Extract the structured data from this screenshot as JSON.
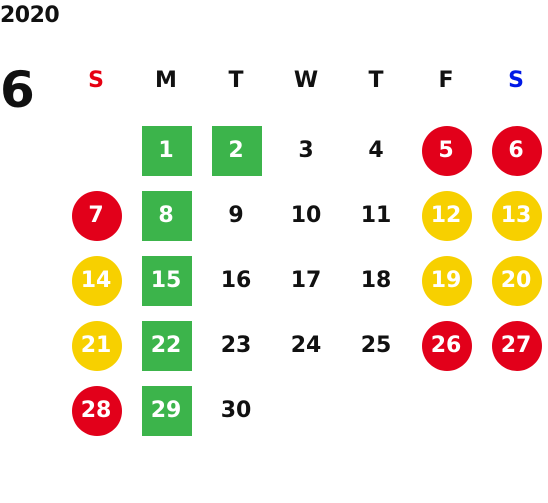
{
  "calendar": {
    "year": "2020",
    "month": "6",
    "weekdays": [
      {
        "label": "S",
        "color": "#e60012"
      },
      {
        "label": "M",
        "color": "#111111"
      },
      {
        "label": "T",
        "color": "#111111"
      },
      {
        "label": "W",
        "color": "#111111"
      },
      {
        "label": "T",
        "color": "#111111"
      },
      {
        "label": "F",
        "color": "#111111"
      },
      {
        "label": "S",
        "color": "#0018e6"
      }
    ],
    "legend_colors": {
      "green": "#3cb44b",
      "red": "#e2001a",
      "yellow": "#f7d000"
    },
    "days": [
      {
        "n": "1",
        "col": 1,
        "row": 0,
        "mark": "green-square"
      },
      {
        "n": "2",
        "col": 2,
        "row": 0,
        "mark": "green-square"
      },
      {
        "n": "3",
        "col": 3,
        "row": 0,
        "mark": "none"
      },
      {
        "n": "4",
        "col": 4,
        "row": 0,
        "mark": "none"
      },
      {
        "n": "5",
        "col": 5,
        "row": 0,
        "mark": "red-circle"
      },
      {
        "n": "6",
        "col": 6,
        "row": 0,
        "mark": "red-circle"
      },
      {
        "n": "7",
        "col": 0,
        "row": 1,
        "mark": "red-circle"
      },
      {
        "n": "8",
        "col": 1,
        "row": 1,
        "mark": "green-square"
      },
      {
        "n": "9",
        "col": 2,
        "row": 1,
        "mark": "none"
      },
      {
        "n": "10",
        "col": 3,
        "row": 1,
        "mark": "none"
      },
      {
        "n": "11",
        "col": 4,
        "row": 1,
        "mark": "none"
      },
      {
        "n": "12",
        "col": 5,
        "row": 1,
        "mark": "yellow-circle"
      },
      {
        "n": "13",
        "col": 6,
        "row": 1,
        "mark": "yellow-circle"
      },
      {
        "n": "14",
        "col": 0,
        "row": 2,
        "mark": "yellow-circle"
      },
      {
        "n": "15",
        "col": 1,
        "row": 2,
        "mark": "green-square"
      },
      {
        "n": "16",
        "col": 2,
        "row": 2,
        "mark": "none"
      },
      {
        "n": "17",
        "col": 3,
        "row": 2,
        "mark": "none"
      },
      {
        "n": "18",
        "col": 4,
        "row": 2,
        "mark": "none"
      },
      {
        "n": "19",
        "col": 5,
        "row": 2,
        "mark": "yellow-circle"
      },
      {
        "n": "20",
        "col": 6,
        "row": 2,
        "mark": "yellow-circle"
      },
      {
        "n": "21",
        "col": 0,
        "row": 3,
        "mark": "yellow-circle"
      },
      {
        "n": "22",
        "col": 1,
        "row": 3,
        "mark": "green-square"
      },
      {
        "n": "23",
        "col": 2,
        "row": 3,
        "mark": "none"
      },
      {
        "n": "24",
        "col": 3,
        "row": 3,
        "mark": "none"
      },
      {
        "n": "25",
        "col": 4,
        "row": 3,
        "mark": "none"
      },
      {
        "n": "26",
        "col": 5,
        "row": 3,
        "mark": "red-circle"
      },
      {
        "n": "27",
        "col": 6,
        "row": 3,
        "mark": "red-circle"
      },
      {
        "n": "28",
        "col": 0,
        "row": 4,
        "mark": "red-circle"
      },
      {
        "n": "29",
        "col": 1,
        "row": 4,
        "mark": "green-square"
      },
      {
        "n": "30",
        "col": 2,
        "row": 4,
        "mark": "none"
      }
    ]
  }
}
